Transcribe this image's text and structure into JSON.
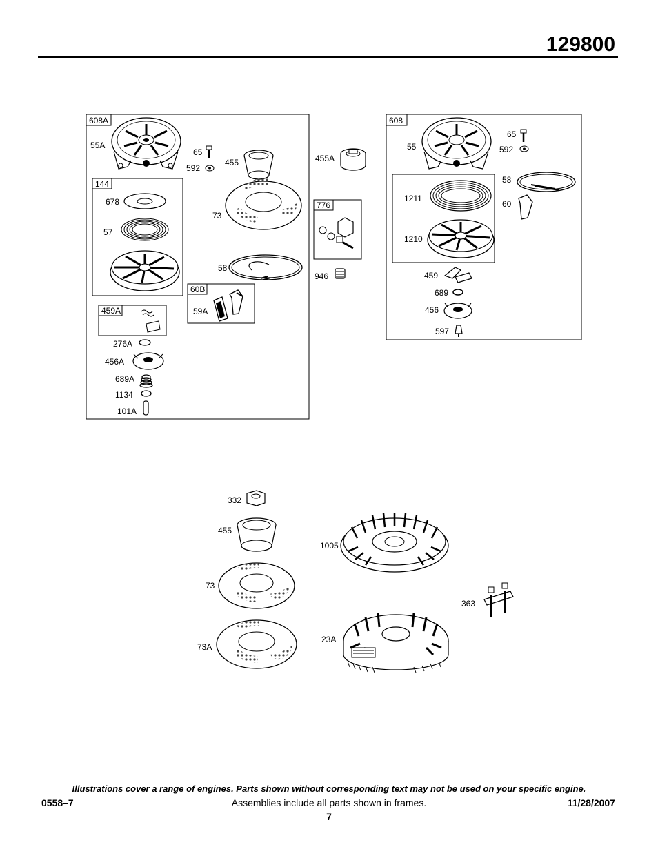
{
  "header": {
    "model_number": "129800"
  },
  "frames": {
    "f608a": "608A",
    "f144": "144",
    "f459a": "459A",
    "f60b": "60B",
    "f776": "776",
    "f608": "608"
  },
  "labels": {
    "l55a": "55A",
    "l65_left": "65",
    "l592_left": "592",
    "l455_left": "455",
    "l678": "678",
    "l57": "57",
    "l73_top": "73",
    "l58_left": "58",
    "l59a": "59A",
    "l276a": "276A",
    "l456a": "456A",
    "l689a": "689A",
    "l1134": "1134",
    "l101a": "101A",
    "l455a": "455A",
    "l946": "946",
    "l55": "55",
    "l65_right": "65",
    "l592_right": "592",
    "l58_right": "58",
    "l60": "60",
    "l1211": "1211",
    "l1210": "1210",
    "l459": "459",
    "l689": "689",
    "l456": "456",
    "l597": "597",
    "l332": "332",
    "l455_bottom": "455",
    "l73_bottom": "73",
    "l73a": "73A",
    "l1005": "1005",
    "l23a": "23A",
    "l363": "363"
  },
  "footer": {
    "disclaimer": "Illustrations cover a range of engines. Parts shown without corresponding text may not be used on your specific engine.",
    "code": "0558–7",
    "assemblies_note": "Assemblies include all parts shown in frames.",
    "date": "11/28/2007",
    "page_number": "7"
  }
}
